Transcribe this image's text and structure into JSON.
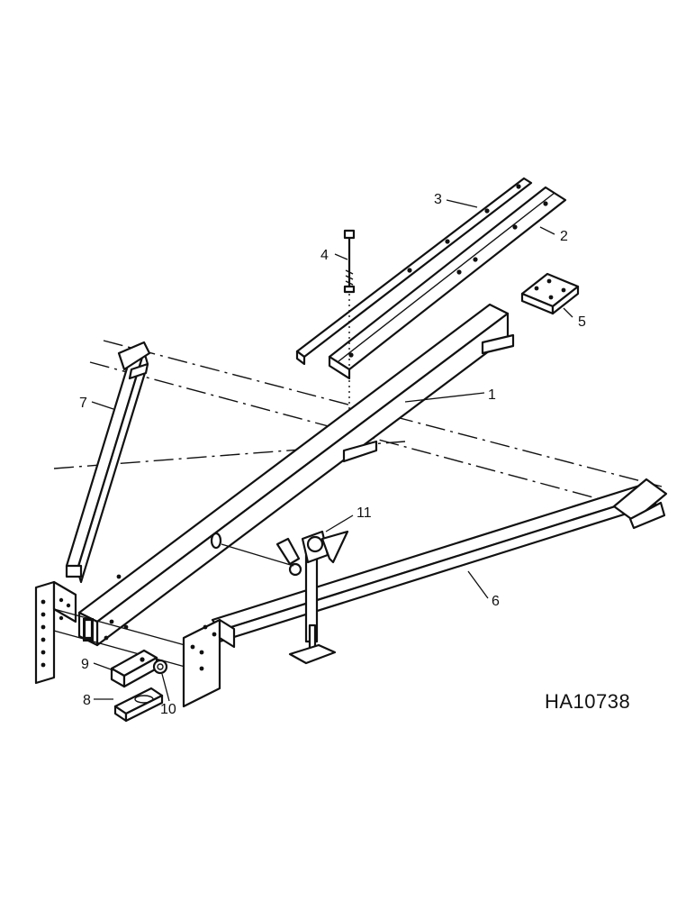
{
  "figure": {
    "id_label": "HA10738"
  },
  "callouts": [
    {
      "key": "1",
      "text": "1"
    },
    {
      "key": "2",
      "text": "2"
    },
    {
      "key": "3",
      "text": "3"
    },
    {
      "key": "4",
      "text": "4"
    },
    {
      "key": "5",
      "text": "5"
    },
    {
      "key": "6",
      "text": "6"
    },
    {
      "key": "7",
      "text": "7"
    },
    {
      "key": "8",
      "text": "8"
    },
    {
      "key": "9",
      "text": "9"
    },
    {
      "key": "10",
      "text": "10"
    },
    {
      "key": "11",
      "text": "11"
    }
  ]
}
